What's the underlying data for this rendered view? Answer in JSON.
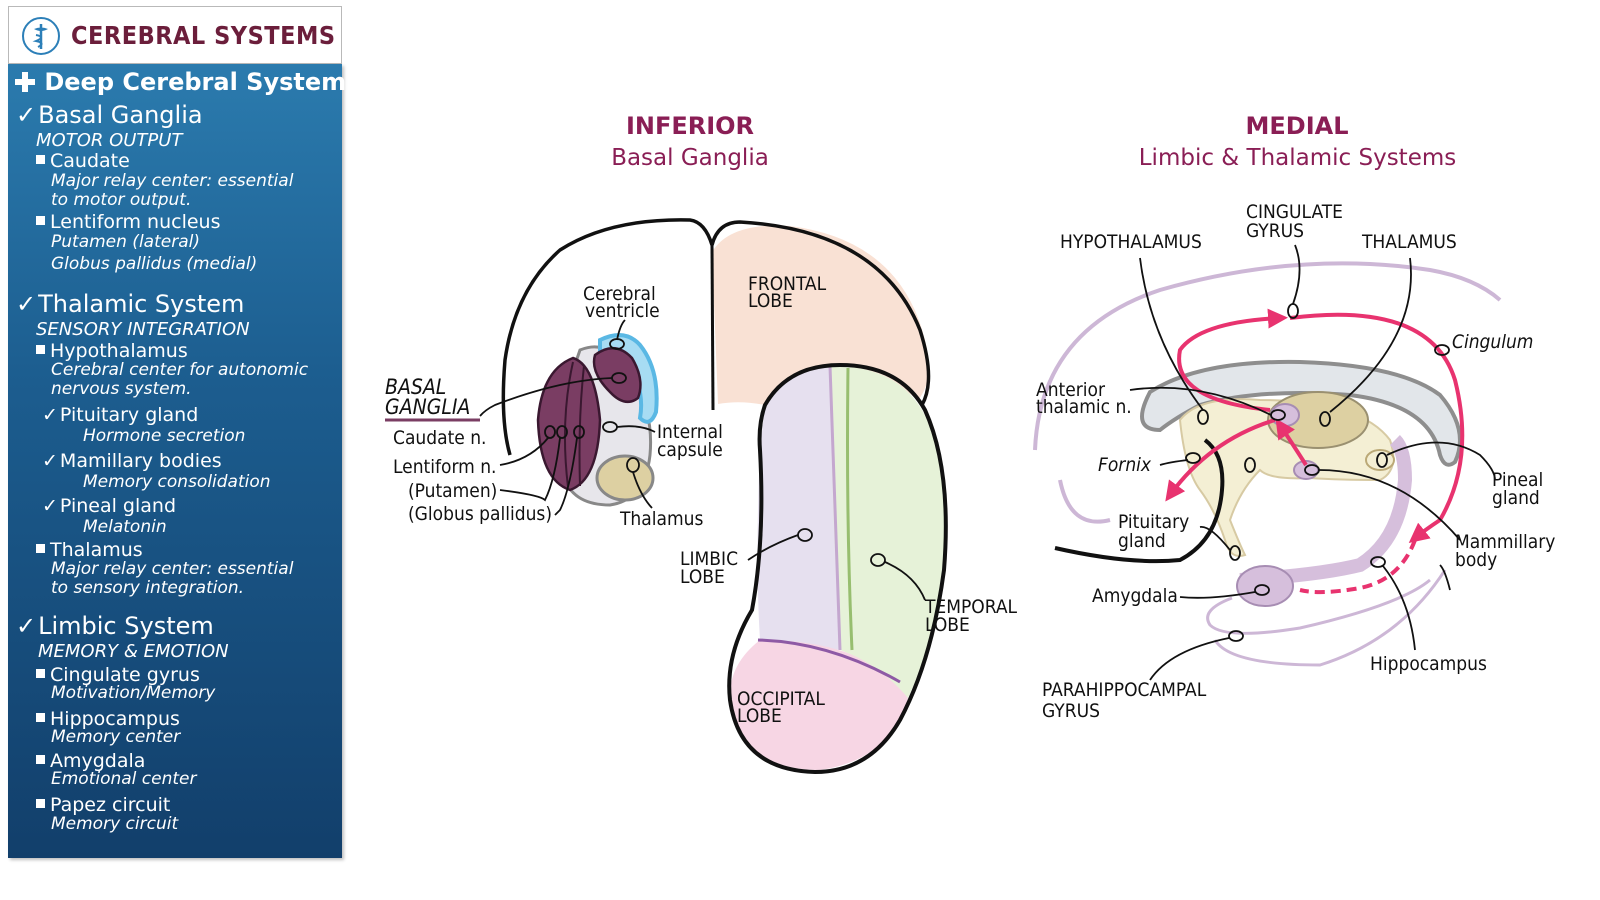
{
  "header": {
    "title": "CEREBRAL SYSTEMS",
    "logo_icon": "caduceus-icon"
  },
  "sidebar": {
    "top_heading": "Deep Cerebral Systems",
    "basal": {
      "heading": "Basal Ganglia",
      "subheading": "MOTOR OUTPUT",
      "items": [
        {
          "label": "Caudate",
          "desc1": "Major relay center: essential",
          "desc2": "to motor output."
        },
        {
          "label": "Lentiform nucleus",
          "desc1": "Putamen (lateral)",
          "desc2": "Globus pallidus (medial)"
        }
      ]
    },
    "thalamic": {
      "heading": "Thalamic System",
      "subheading": "SENSORY INTEGRATION",
      "hypothalamus": {
        "label": "Hypothalamus",
        "desc1": "Cerebral center for autonomic",
        "desc2": "nervous system."
      },
      "pituitary": {
        "label": "Pituitary gland",
        "desc": "Hormone secretion"
      },
      "mamillary": {
        "label": "Mamillary bodies",
        "desc": "Memory consolidation"
      },
      "pineal": {
        "label": "Pineal gland",
        "desc": "Melatonin"
      },
      "thalamus": {
        "label": "Thalamus",
        "desc1": "Major relay center: essential",
        "desc2": "to sensory integration."
      }
    },
    "limbic": {
      "heading": "Limbic System",
      "subheading": "MEMORY & EMOTION",
      "items": [
        {
          "label": "Cingulate gyrus",
          "desc": "Motivation/Memory"
        },
        {
          "label": "Hippocampus",
          "desc": "Memory center"
        },
        {
          "label": "Amygdala",
          "desc": "Emotional center"
        },
        {
          "label": "Papez circuit",
          "desc": "Memory circuit"
        }
      ]
    }
  },
  "inferior": {
    "title": "INFERIOR",
    "subtitle": "Basal Ganglia",
    "labels": {
      "cerebral_ventricle_1": "Cerebral",
      "cerebral_ventricle_2": "ventricle",
      "basal_ganglia_1": "BASAL",
      "basal_ganglia_2": "GANGLIA",
      "caudate": "Caudate n.",
      "lentiform": "Lentiform n.",
      "putamen": "(Putamen)",
      "globus": "(Globus pallidus)",
      "internal_capsule_1": "Internal",
      "internal_capsule_2": "capsule",
      "thalamus": "Thalamus",
      "frontal_1": "FRONTAL",
      "frontal_2": "LOBE",
      "limbic_1": "LIMBIC",
      "limbic_2": "LOBE",
      "temporal_1": "TEMPORAL",
      "temporal_2": "LOBE",
      "occipital_1": "OCCIPITAL",
      "occipital_2": "LOBE"
    }
  },
  "medial": {
    "title": "MEDIAL",
    "subtitle": "Limbic & Thalamic Systems",
    "labels": {
      "cingulate_1": "CINGULATE",
      "cingulate_2": "GYRUS",
      "hypothalamus": "HYPOTHALAMUS",
      "thalamus": "THALAMUS",
      "cingulum": "Cingulum",
      "anterior_1": "Anterior",
      "anterior_2": "thalamic n.",
      "fornix": "Fornix",
      "pituitary_1": "Pituitary",
      "pituitary_2": "gland",
      "pineal_1": "Pineal",
      "pineal_2": "gland",
      "mammillary_1": "Mammillary",
      "mammillary_2": "body",
      "amygdala": "Amygdala",
      "hippocampus": "Hippocampus",
      "parahippocampal_1": "PARAHIPPOCAMPAL",
      "parahippocampal_2": "GYRUS"
    }
  },
  "colors": {
    "brand_title": "#6b1e3b",
    "diagram_title": "#8a1e55",
    "section_heading": "#f5a32a",
    "papez_circuit": "#e8336f",
    "frontal_lobe": "#f9e1d4",
    "limbic_lobe": "#e6e0ef",
    "temporal_lobe": "#e6f2d8",
    "occipital_lobe": "#f7d6e4",
    "basal_ganglia": "#7a3d63",
    "ventricle": "#5ab8e4",
    "thalamus": "#ddd0a2"
  }
}
